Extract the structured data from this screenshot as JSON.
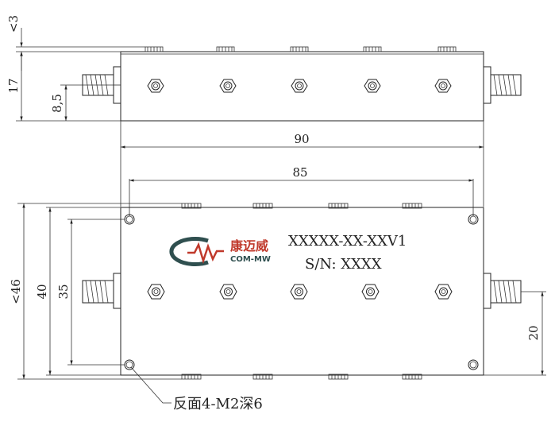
{
  "dimensions": {
    "top_gap": "<3",
    "side_height": "17",
    "connector_height": "8,5",
    "overall_length": "90",
    "hole_spacing_x": "85",
    "overall_width": "<46",
    "body_width": "40",
    "hole_spacing_y": "35",
    "connector_offset": "20"
  },
  "labels": {
    "model": "XXXXX-XX-XXV1",
    "serial": "S/N: XXXX",
    "mount_note": "反面4-M2深6"
  },
  "logo": {
    "cn_text": "康迈威",
    "en_text": "COM-MW",
    "colors": {
      "red": "#c0392b",
      "gray": "#2f4f4f"
    }
  }
}
